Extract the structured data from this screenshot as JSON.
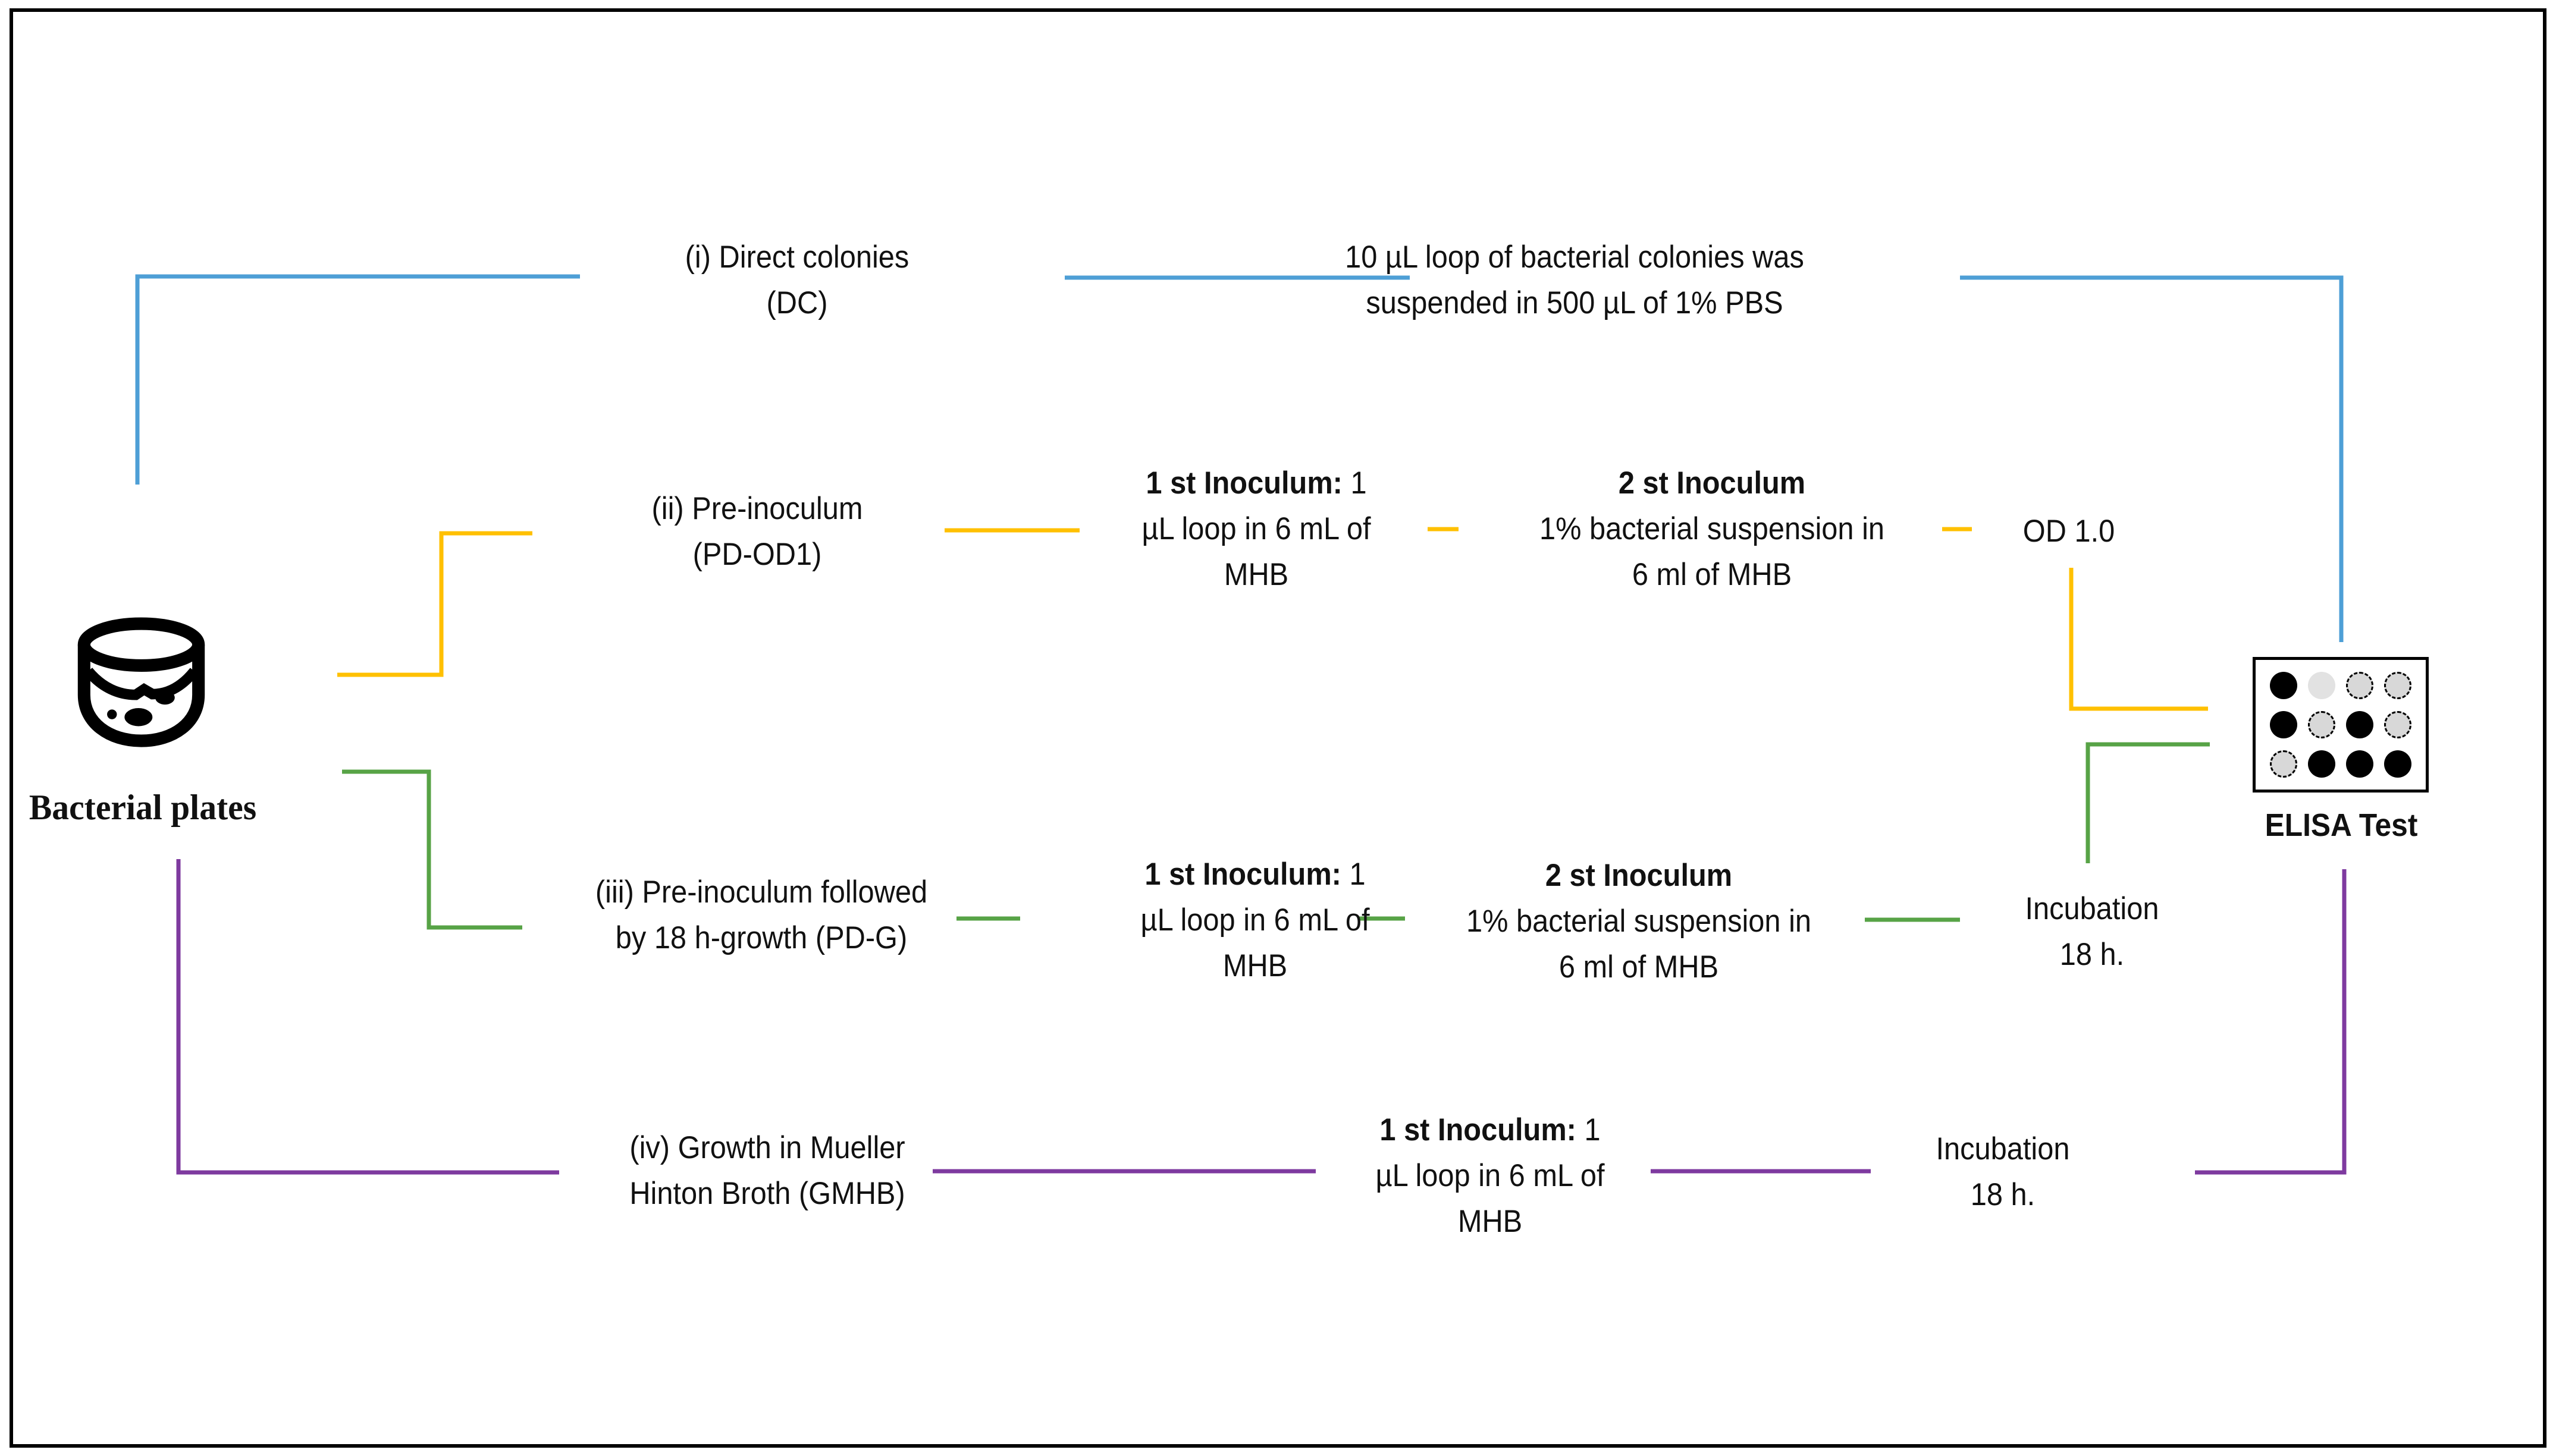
{
  "canvas": {
    "background": "#ffffff",
    "border_color": "#000000"
  },
  "colors": {
    "pathway_i": "#4E9FD6",
    "pathway_ii": "#FFC000",
    "pathway_iii": "#57A346",
    "pathway_iv": "#7E3A9F"
  },
  "source": {
    "label": "Bacterial plates"
  },
  "target": {
    "label": "ELISA Test",
    "wells": [
      [
        "black",
        "gray",
        "dashed",
        "dashed"
      ],
      [
        "black",
        "dashed",
        "black",
        "dashed"
      ],
      [
        "dashed",
        "black",
        "black",
        "black"
      ]
    ]
  },
  "row_i": {
    "label1": "(i) Direct colonies",
    "label2": "(DC)",
    "result1": "10 µL loop of bacterial colonies was",
    "result2": "suspended in 500 µL of 1% PBS"
  },
  "row_ii": {
    "label1": "(ii) Pre-inoculum",
    "label2": "(PD-OD1)",
    "step1_bold": "1 st Inoculum:",
    "step1_rest": " 1",
    "step1_l2": "µL loop in 6 mL of",
    "step1_l3": "MHB",
    "step2_bold": "2 st Inoculum",
    "step2_l2": "1% bacterial suspension in",
    "step2_l3": "6 ml of MHB",
    "od": "OD 1.0"
  },
  "row_iii": {
    "label1": "(iii) Pre-inoculum followed",
    "label2": "by 18 h-growth (PD-G)",
    "step1_bold": "1 st Inoculum:",
    "step1_rest": " 1",
    "step1_l2": "µL loop in 6 mL of",
    "step1_l3": "MHB",
    "step2_bold": "2 st Inoculum",
    "step2_l2": "1% bacterial suspension in",
    "step2_l3": "6 ml of MHB",
    "incubation1": "Incubation",
    "incubation2": "18 h."
  },
  "row_iv": {
    "label1": "(iv) Growth in Mueller",
    "label2": "Hinton Broth (GMHB)",
    "step1_bold": "1 st Inoculum:",
    "step1_rest": " 1",
    "step1_l2": "µL loop in 6 mL of",
    "step1_l3": "MHB",
    "incubation1": "Incubation",
    "incubation2": "18 h."
  }
}
